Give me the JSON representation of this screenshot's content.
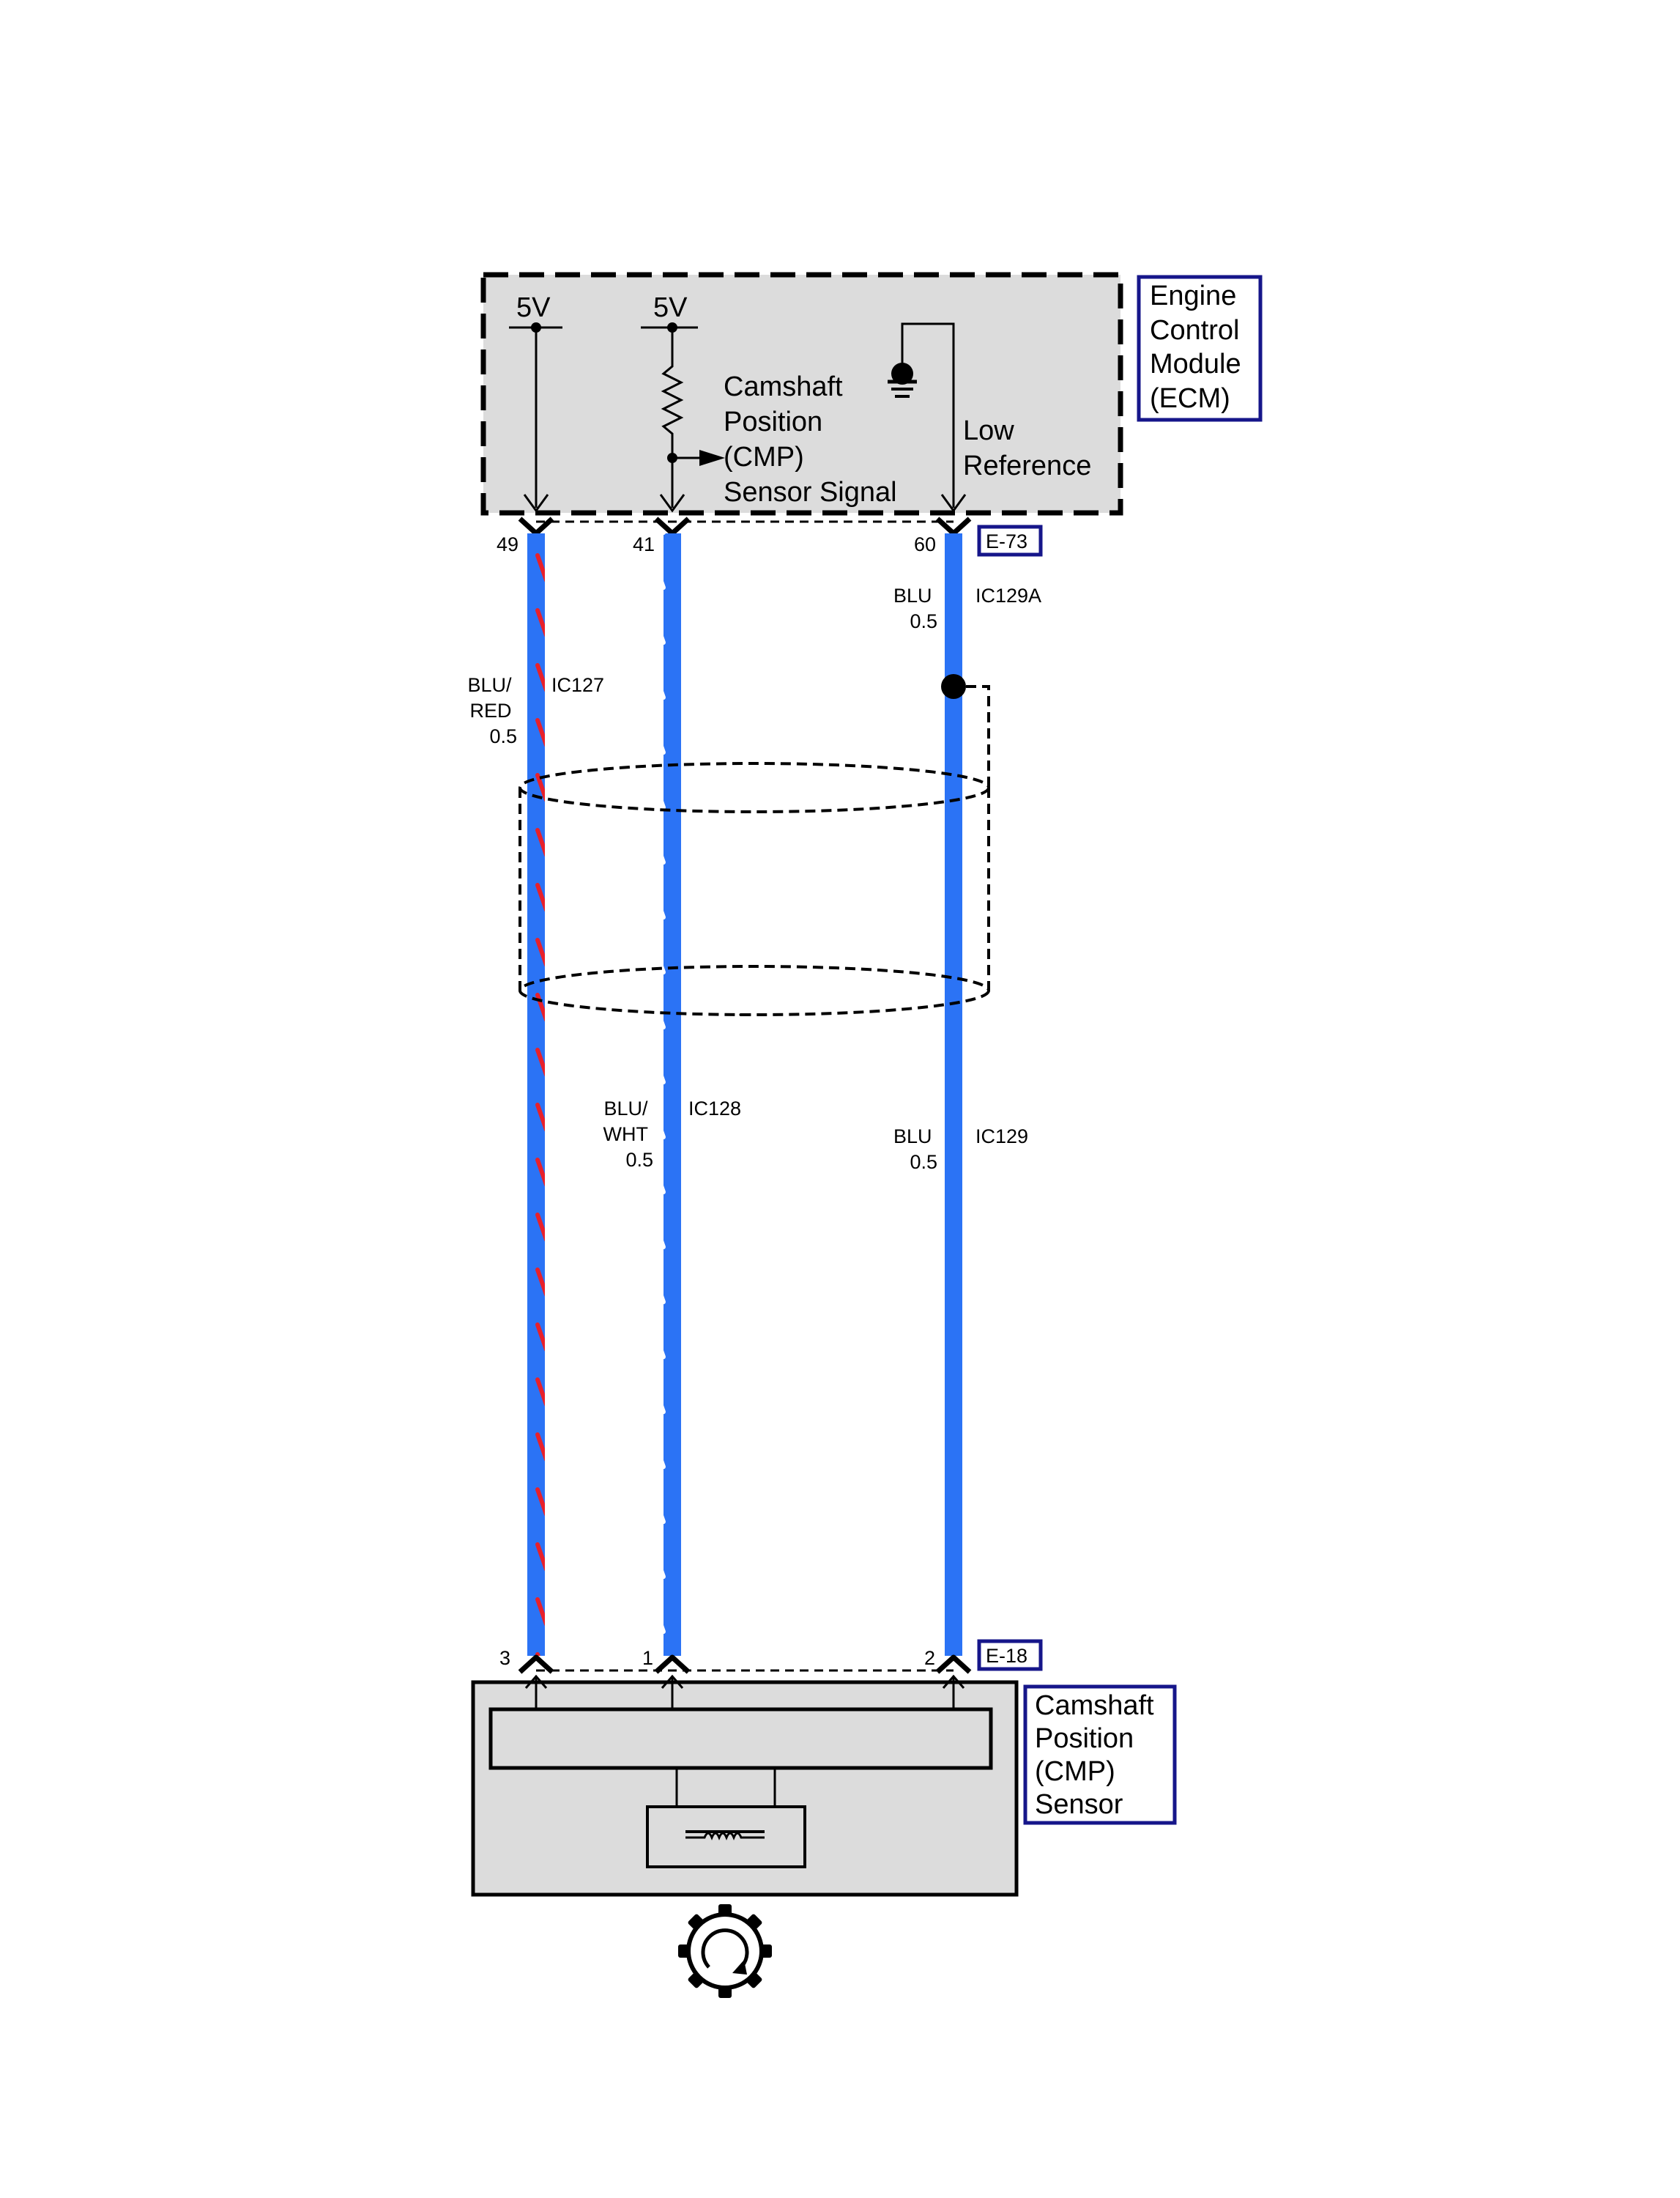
{
  "ecm": {
    "title_lines": [
      "Engine",
      "Control",
      "Module",
      "(ECM)"
    ],
    "supply1": "5V",
    "supply2": "5V",
    "signal_lines": [
      "Camshaft",
      "Position",
      "(CMP)",
      "Sensor Signal"
    ],
    "low_ref_lines": [
      "Low",
      "Reference"
    ],
    "connector": "E-73"
  },
  "sensor": {
    "title_lines": [
      "Camshaft",
      "Position",
      "(CMP)",
      "Sensor"
    ],
    "connector": "E-18"
  },
  "wires": [
    {
      "id": "wire-ic127",
      "top_pin": "49",
      "bottom_pin": "3",
      "circuit": "IC127",
      "color_lines": [
        "BLU/",
        "RED",
        "0.5"
      ],
      "base_color": "#2b73f5",
      "stripe_color": "#e8202a"
    },
    {
      "id": "wire-ic128",
      "top_pin": "41",
      "bottom_pin": "1",
      "circuit": "IC128",
      "color_lines": [
        "BLU/",
        "WHT",
        "0.5"
      ],
      "base_color": "#2b73f5",
      "stripe_color": "#ffffff"
    },
    {
      "id": "wire-ic129",
      "top_pin": "60",
      "bottom_pin": "2",
      "circuit_upper": "IC129A",
      "color_upper_lines": [
        "BLU",
        "0.5"
      ],
      "circuit": "IC129",
      "color_lines": [
        "BLU",
        "0.5"
      ],
      "base_color": "#2b73f5"
    }
  ]
}
